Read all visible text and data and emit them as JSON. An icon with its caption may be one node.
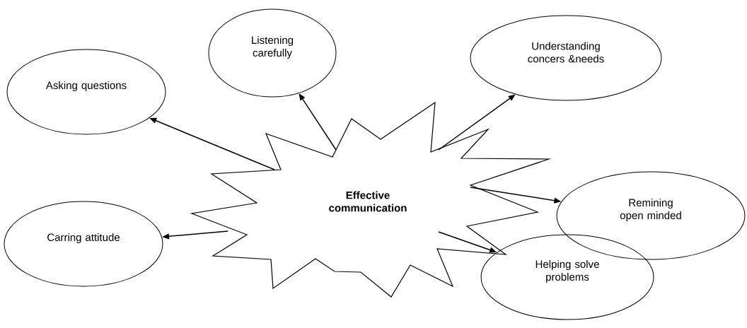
{
  "diagram": {
    "nodes": [
      {
        "text": [
          "Effective communication"
        ]
      },
      {
        "text": [
          "Asking questions"
        ]
      },
      {
        "text": [
          "Listening carefully"
        ]
      },
      {
        "text": [
          "Understanding concers &needs"
        ]
      },
      {
        "text": [
          "Remining open minded"
        ]
      },
      {
        "text": [
          "Carring attitude"
        ]
      },
      {
        "text": [
          "Helping solve problems"
        ]
      }
    ],
    "edges": [
      {
        "from": 0,
        "to": 1,
        "arrow": "to"
      },
      {
        "from": 0,
        "to": 2,
        "arrow": "to"
      },
      {
        "from": 0,
        "to": 3,
        "arrow": "to"
      },
      {
        "from": 0,
        "to": 4,
        "arrow": "to"
      },
      {
        "from": 0,
        "to": 5,
        "arrow": "to"
      },
      {
        "from": 0,
        "to": 6,
        "arrow": "to"
      }
    ]
  }
}
